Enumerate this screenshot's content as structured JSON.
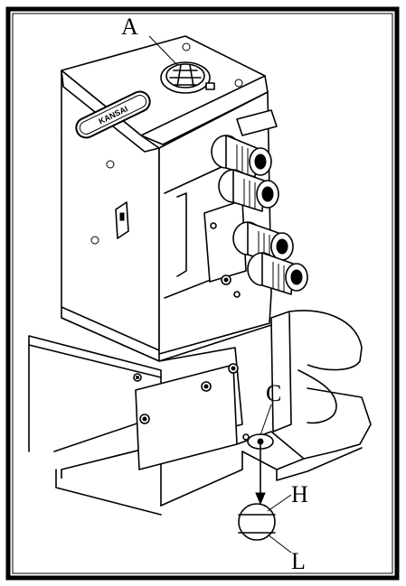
{
  "diagram": {
    "brand_logo_text": "KANSAI",
    "labels": {
      "a": "A",
      "c": "C",
      "h": "H",
      "l": "L"
    }
  }
}
